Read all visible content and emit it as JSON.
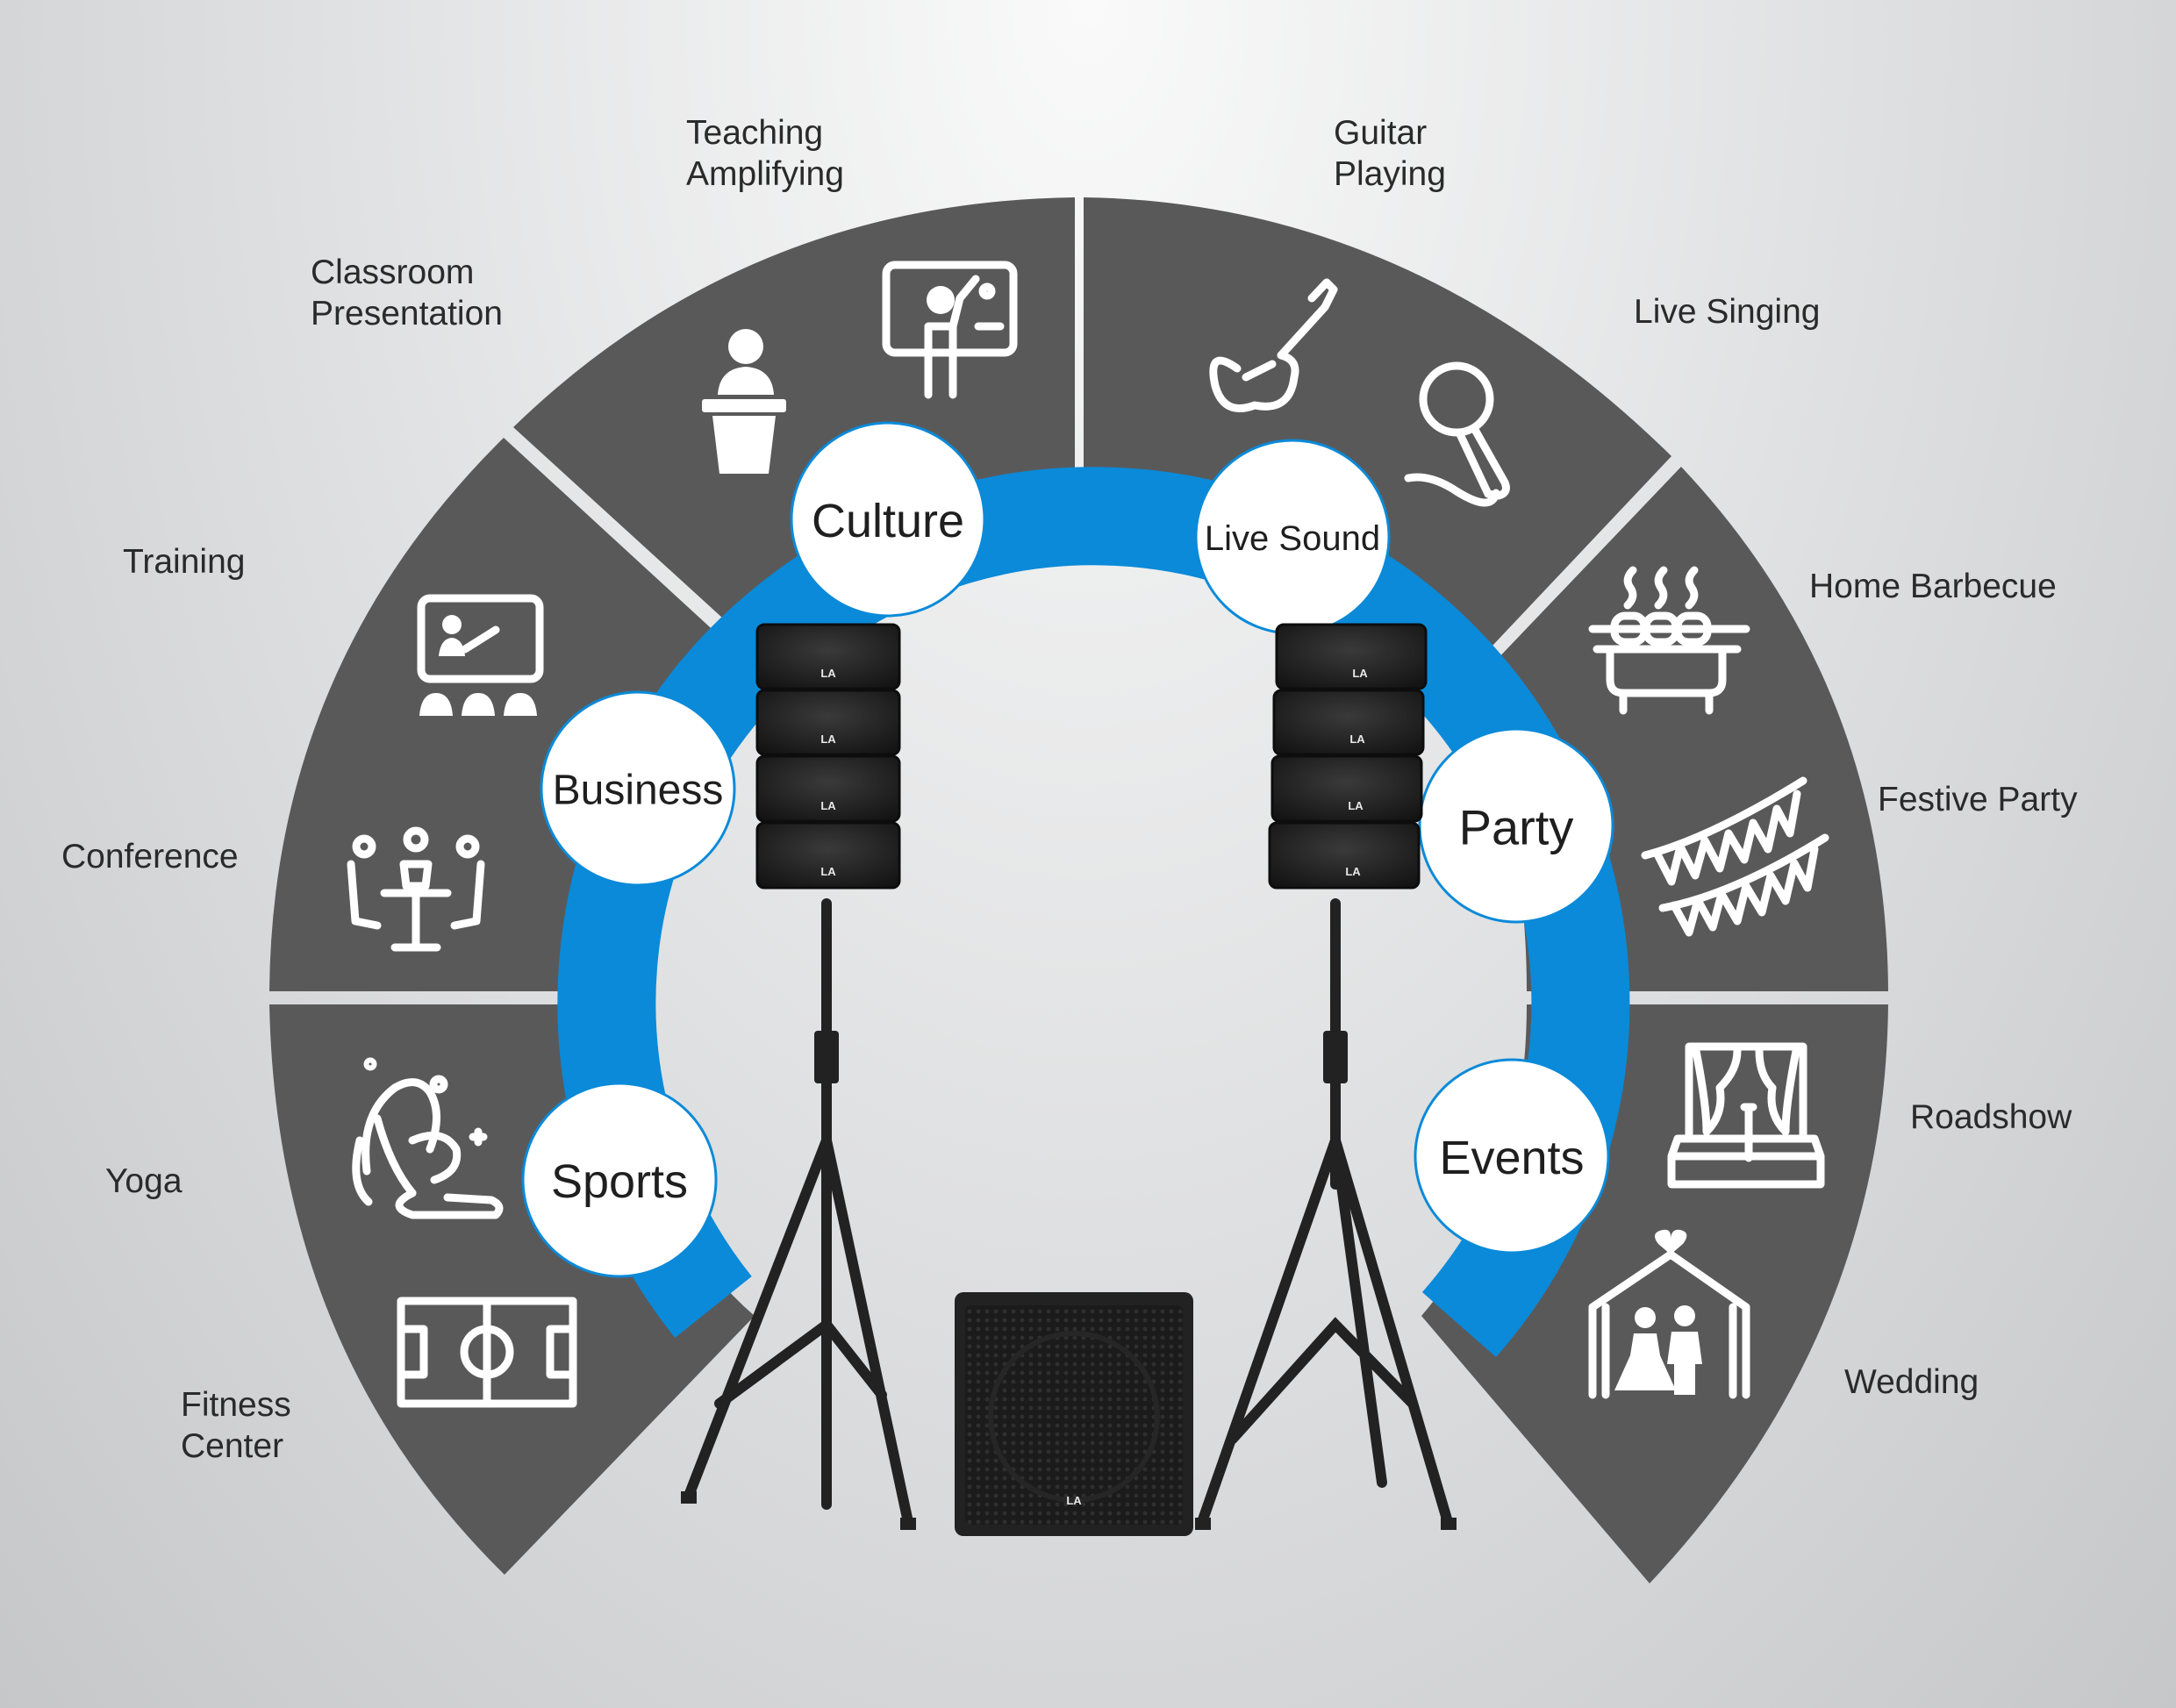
{
  "colors": {
    "segment": "#5a595a",
    "ring": "#0a8ad9",
    "hub_fill": "#ffffff",
    "hub_stroke": "#0a8ad9",
    "speaker": "#222222"
  },
  "hubs": {
    "culture": "Culture",
    "live_sound": "Live Sound",
    "business": "Business",
    "party": "Party",
    "sports": "Sports",
    "events": "Events"
  },
  "labels": {
    "teaching_amplifying": [
      "Teaching",
      "Amplifying"
    ],
    "guitar_playing": [
      "Guitar",
      "Playing"
    ],
    "classroom_presentation": [
      "Classroom",
      "Presentation"
    ],
    "live_singing": "Live Singing",
    "training": "Training",
    "home_barbecue": "Home Barbecue",
    "festive_party": "Festive Party",
    "conference": "Conference",
    "roadshow": "Roadshow",
    "yoga": "Yoga",
    "wedding": "Wedding",
    "fitness_center": [
      "Fitness",
      "Center"
    ]
  },
  "icons": [
    "speaker-podium-icon",
    "teaching-board-icon",
    "guitar-icon",
    "microphone-icon",
    "training-screen-icon",
    "conference-table-icon",
    "barbecue-icon",
    "bunting-icon",
    "yoga-icon",
    "soccer-field-icon",
    "stage-icon",
    "wedding-icon"
  ],
  "brand_badge": "LA"
}
